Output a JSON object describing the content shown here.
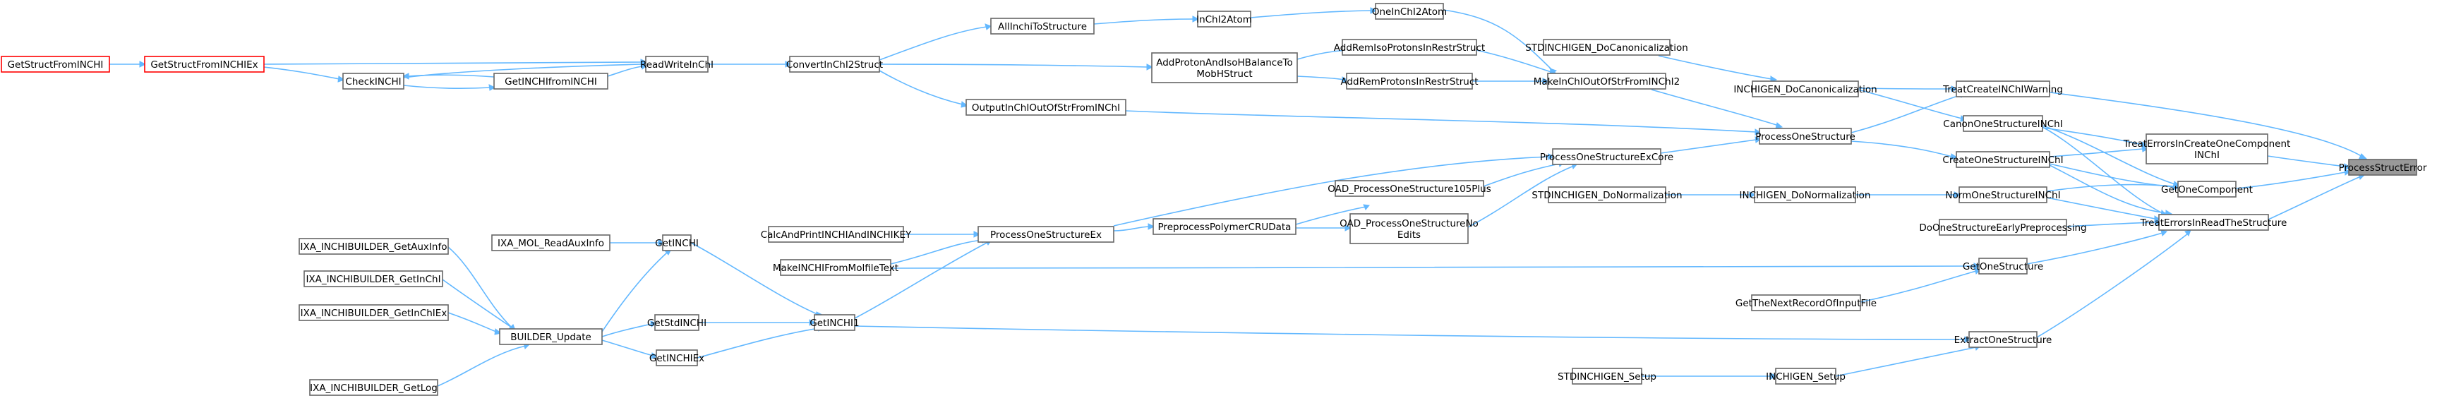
{
  "colors": {
    "node_border": "#666666",
    "entry_border": "#ff0000",
    "highlight_fill": "#999999",
    "edge": "#63b8ff",
    "background": "#ffffff"
  },
  "nodes": [
    {
      "id": "ProcessStructError",
      "lines": [
        "ProcessStructError"
      ]
    },
    {
      "id": "TreatCreateINChIWarning",
      "lines": [
        "TreatCreateINChIWarning"
      ]
    },
    {
      "id": "TreatErrorsInCreateOneComponentINChI",
      "lines": [
        "TreatErrorsInCreateOneComponent",
        "INChI"
      ]
    },
    {
      "id": "GetOneComponent",
      "lines": [
        "GetOneComponent"
      ]
    },
    {
      "id": "TreatErrorsInReadTheStructure",
      "lines": [
        "TreatErrorsInReadTheStructure"
      ]
    },
    {
      "id": "CanonOneStructureINChI",
      "lines": [
        "CanonOneStructureINChI"
      ]
    },
    {
      "id": "CreateOneStructureINChI",
      "lines": [
        "CreateOneStructureINChI"
      ]
    },
    {
      "id": "NormOneStructureINChI",
      "lines": [
        "NormOneStructureINChI"
      ]
    },
    {
      "id": "DoOneStructureEarlyPreprocessing",
      "lines": [
        "DoOneStructureEarlyPreprocessing"
      ]
    },
    {
      "id": "GetOneStructure",
      "lines": [
        "GetOneStructure"
      ]
    },
    {
      "id": "ExtractOneStructure",
      "lines": [
        "ExtractOneStructure"
      ]
    },
    {
      "id": "INCHIGEN_DoCanonicalization",
      "lines": [
        "INCHIGEN_DoCanonicalization"
      ]
    },
    {
      "id": "ProcessOneStructure",
      "lines": [
        "ProcessOneStructure"
      ]
    },
    {
      "id": "INCHIGEN_DoNormalization",
      "lines": [
        "INCHIGEN_DoNormalization"
      ]
    },
    {
      "id": "GetTheNextRecordOfInputFile",
      "lines": [
        "GetTheNextRecordOfInputFile"
      ]
    },
    {
      "id": "INCHIGEN_Setup",
      "lines": [
        "INCHIGEN_Setup"
      ]
    },
    {
      "id": "STDINCHIGEN_DoCanonicalization",
      "lines": [
        "STDINCHIGEN_DoCanonicalization"
      ]
    },
    {
      "id": "MakeInChIOutOfStrFromINChI2",
      "lines": [
        "MakeInChIOutOfStrFromINChI2"
      ]
    },
    {
      "id": "ProcessOneStructureExCore",
      "lines": [
        "ProcessOneStructureExCore"
      ]
    },
    {
      "id": "STDINCHIGEN_DoNormalization",
      "lines": [
        "STDINCHIGEN_DoNormalization"
      ]
    },
    {
      "id": "STDINCHIGEN_Setup",
      "lines": [
        "STDINCHIGEN_Setup"
      ]
    },
    {
      "id": "OneInChI2Atom",
      "lines": [
        "OneInChI2Atom"
      ]
    },
    {
      "id": "AddRemIsoProtonsInRestrStruct",
      "lines": [
        "AddRemIsoProtonsInRestrStruct"
      ]
    },
    {
      "id": "AddRemProtonsInRestrStruct",
      "lines": [
        "AddRemProtonsInRestrStruct"
      ]
    },
    {
      "id": "OAD_ProcessOneStructure105Plus",
      "lines": [
        "OAD_ProcessOneStructure105Plus"
      ]
    },
    {
      "id": "OAD_ProcessOneStructureNoEdits",
      "lines": [
        "OAD_ProcessOneStructureNo",
        "Edits"
      ]
    },
    {
      "id": "InChI2Atom",
      "lines": [
        "InChI2Atom"
      ]
    },
    {
      "id": "AddProtonAndIsoHBalanceToMobHStruct",
      "lines": [
        "AddProtonAndIsoHBalanceTo",
        "MobHStruct"
      ]
    },
    {
      "id": "PreprocessPolymerCRUData",
      "lines": [
        "PreprocessPolymerCRUData"
      ]
    },
    {
      "id": "AllInchiToStructure",
      "lines": [
        "AllInchiToStructure"
      ]
    },
    {
      "id": "OutputInChIOutOfStrFromINChI",
      "lines": [
        "OutputInChIOutOfStrFromINChI"
      ]
    },
    {
      "id": "ProcessOneStructureEx",
      "lines": [
        "ProcessOneStructureEx"
      ]
    },
    {
      "id": "ConvertInChI2Struct",
      "lines": [
        "ConvertInChI2Struct"
      ]
    },
    {
      "id": "CalcAndPrintINCHIAndINCHIKEY",
      "lines": [
        "CalcAndPrintINCHIAndINCHIKEY"
      ]
    },
    {
      "id": "MakeINCHIFromMolfileText",
      "lines": [
        "MakeINCHIFromMolfileText"
      ]
    },
    {
      "id": "GetINCHI1",
      "lines": [
        "GetINCHI1"
      ]
    },
    {
      "id": "ReadWriteInChI",
      "lines": [
        "ReadWriteInChI"
      ]
    },
    {
      "id": "GetINCHI",
      "lines": [
        "GetINCHI"
      ]
    },
    {
      "id": "GetStdINCHI",
      "lines": [
        "GetStdINCHI"
      ]
    },
    {
      "id": "GetINCHIEx",
      "lines": [
        "GetINCHIEx"
      ]
    },
    {
      "id": "GetINCHIfromINCHI",
      "lines": [
        "GetINCHIfromINCHI"
      ]
    },
    {
      "id": "IXA_MOL_ReadAuxInfo",
      "lines": [
        "IXA_MOL_ReadAuxInfo"
      ]
    },
    {
      "id": "BUILDER_Update",
      "lines": [
        "BUILDER_Update"
      ]
    },
    {
      "id": "CheckINCHI",
      "lines": [
        "CheckINCHI"
      ]
    },
    {
      "id": "IXA_INCHIBUILDER_GetAuxInfo",
      "lines": [
        "IXA_INCHIBUILDER_GetAuxInfo"
      ]
    },
    {
      "id": "IXA_INCHIBUILDER_GetInChI",
      "lines": [
        "IXA_INCHIBUILDER_GetInChI"
      ]
    },
    {
      "id": "IXA_INCHIBUILDER_GetInChIEx",
      "lines": [
        "IXA_INCHIBUILDER_GetInChIEx"
      ]
    },
    {
      "id": "IXA_INCHIBUILDER_GetLog",
      "lines": [
        "IXA_INCHIBUILDER_GetLog"
      ]
    },
    {
      "id": "GetStructFromINCHIEx",
      "lines": [
        "GetStructFromINCHIEx"
      ]
    },
    {
      "id": "GetStructFromINCHI",
      "lines": [
        "GetStructFromINCHI"
      ]
    }
  ]
}
